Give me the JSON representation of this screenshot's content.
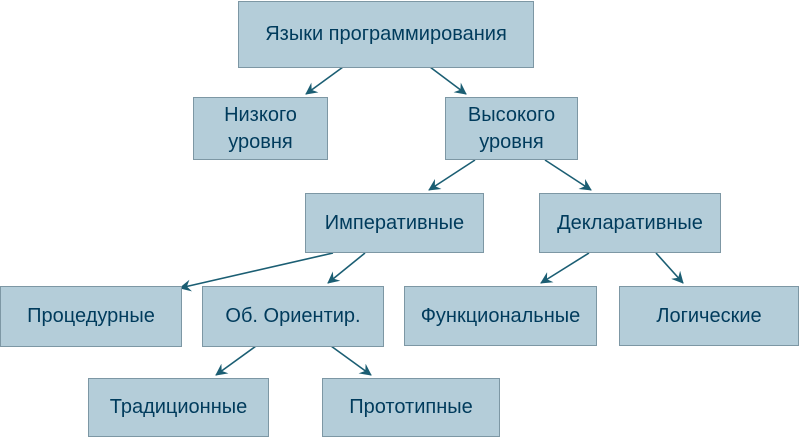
{
  "diagram": {
    "nodes": {
      "root": "Языки программирования",
      "low": "Низкого уровня",
      "high": "Высокого уровня",
      "imperative": "Императивные",
      "declarative": "Декларативные",
      "procedural": "Процедурные",
      "object_oriented": "Об. Ориентир.",
      "functional": "Функциональные",
      "logical": "Логические",
      "traditional": "Традиционные",
      "prototype": "Прототипные"
    },
    "edges": [
      [
        "root",
        "low"
      ],
      [
        "root",
        "high"
      ],
      [
        "high",
        "imperative"
      ],
      [
        "high",
        "declarative"
      ],
      [
        "imperative",
        "procedural"
      ],
      [
        "imperative",
        "object_oriented"
      ],
      [
        "declarative",
        "functional"
      ],
      [
        "declarative",
        "logical"
      ],
      [
        "object_oriented",
        "traditional"
      ],
      [
        "object_oriented",
        "prototype"
      ]
    ],
    "colors": {
      "node_fill": "#b4cdd9",
      "node_border": "#7d97a4",
      "text": "#003b5c",
      "arrow": "#1b5e73"
    }
  }
}
